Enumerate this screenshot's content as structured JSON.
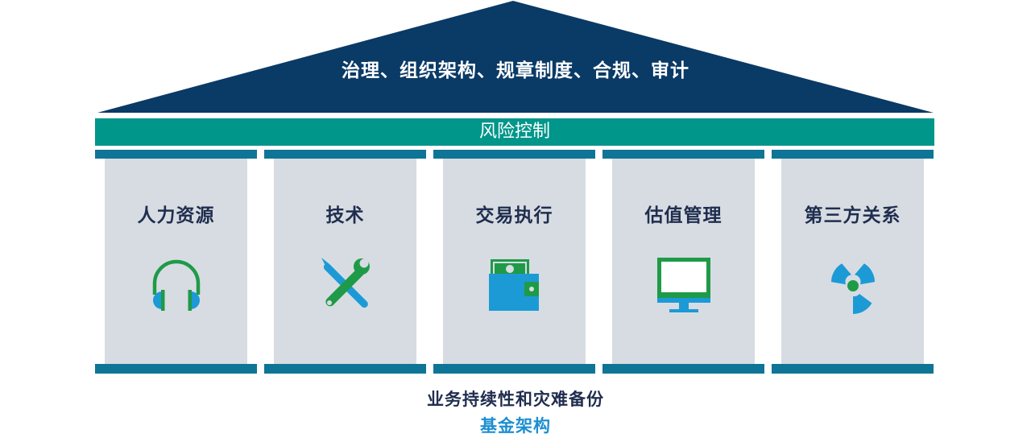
{
  "roof": {
    "title": "治理、组织架构、规章制度、合规、审计"
  },
  "band": {
    "label": "风险控制"
  },
  "pillars": [
    {
      "label": "人力资源",
      "icon": "headphones-icon"
    },
    {
      "label": "技术",
      "icon": "tools-icon"
    },
    {
      "label": "交易执行",
      "icon": "wallet-icon"
    },
    {
      "label": "估值管理",
      "icon": "monitor-icon"
    },
    {
      "label": "第三方关系",
      "icon": "radiation-icon"
    }
  ],
  "footer": {
    "line1": "业务持续性和灾难备份",
    "line2": "基金架构"
  },
  "colors": {
    "roof": "#0a3a66",
    "band": "#00968a",
    "pillar_trim": "#0e7596",
    "pillar_fill": "#d7dce2",
    "icon_blue": "#1c9ad6",
    "icon_green": "#1f9a48",
    "footer_accent": "#1c8fd0"
  }
}
